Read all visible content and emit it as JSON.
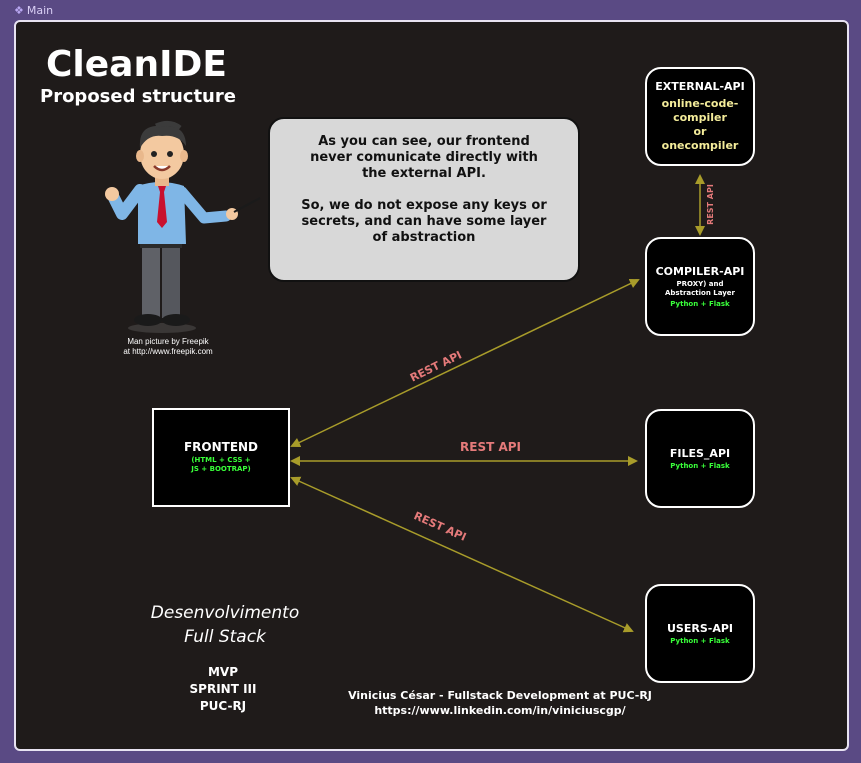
{
  "frame": {
    "label": "Main"
  },
  "header": {
    "title": "CleanIDE",
    "subtitle": "Proposed structure"
  },
  "illustration": {
    "credit_line1": "Man picture by Freepik",
    "credit_line2": "at http://www.freepik.com"
  },
  "speech": {
    "paragraph1": "As you can see, our frontend never comunicate directly with the external API.",
    "paragraph2": "So, we do not expose any keys or secrets, and can have some layer of abstraction"
  },
  "nodes": {
    "external_api": {
      "name": "EXTERNAL-API",
      "line1": "online-code-",
      "line2": "compiler",
      "line3": "or",
      "line4": "onecompiler"
    },
    "compiler_api": {
      "name": "COMPILER-API",
      "desc1": "PROXY) and",
      "desc2": "Abstraction Layer",
      "tech": "Python + Flask"
    },
    "files_api": {
      "name": "FILES_API",
      "tech": "Python + Flask"
    },
    "users_api": {
      "name": "USERS-API",
      "tech": "Python + Flask"
    },
    "frontend": {
      "name": "FRONTEND",
      "tech1": "(HTML + CSS +",
      "tech2": "JS + BOOTRAP)"
    }
  },
  "connections": {
    "vertical_label": "REST API",
    "compiler_label": "REST API",
    "files_label": "REST API",
    "users_label": "REST API"
  },
  "bottom_left": {
    "line1": "Desenvolvimento",
    "line2": "Full Stack",
    "mvp1": "MVP",
    "mvp2": "SPRINT III",
    "mvp3": "PUC-RJ"
  },
  "footer": {
    "line1": "Vinicius César - Fullstack Development at PUC-RJ",
    "line2": "https://www.linkedin.com/in/viniciuscgp/"
  },
  "colors": {
    "arrow": "#a89c2a",
    "rest_label": "#e57a7a",
    "tech_green": "#39ff3a",
    "external_yellow": "#f4ec9a"
  }
}
